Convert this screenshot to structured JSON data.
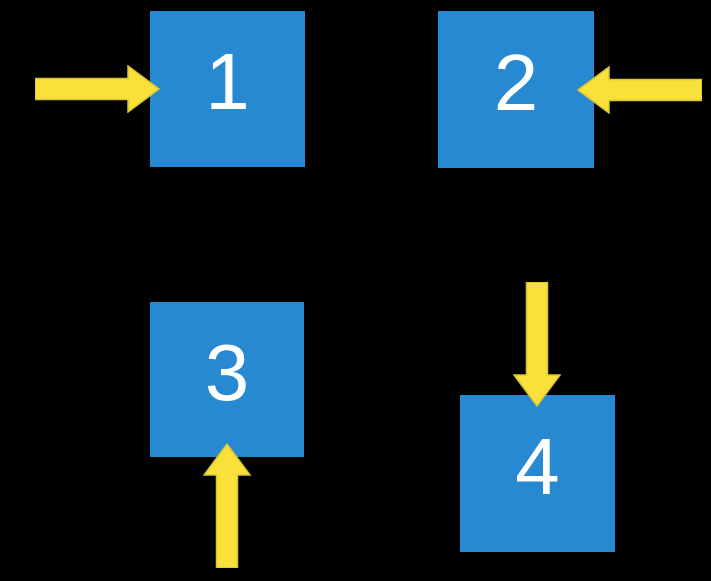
{
  "figure": {
    "background_color": "#000000",
    "square_fill": "#2789D1",
    "arrow_fill": "#F9E03A",
    "number_color": "#FFFFFF"
  },
  "squares": [
    {
      "label": "1",
      "arrow_direction": "right",
      "arrow_icon": "arrow-right-icon"
    },
    {
      "label": "2",
      "arrow_direction": "left",
      "arrow_icon": "arrow-left-icon"
    },
    {
      "label": "3",
      "arrow_direction": "up",
      "arrow_icon": "arrow-up-icon"
    },
    {
      "label": "4",
      "arrow_direction": "down",
      "arrow_icon": "arrow-down-icon"
    }
  ]
}
